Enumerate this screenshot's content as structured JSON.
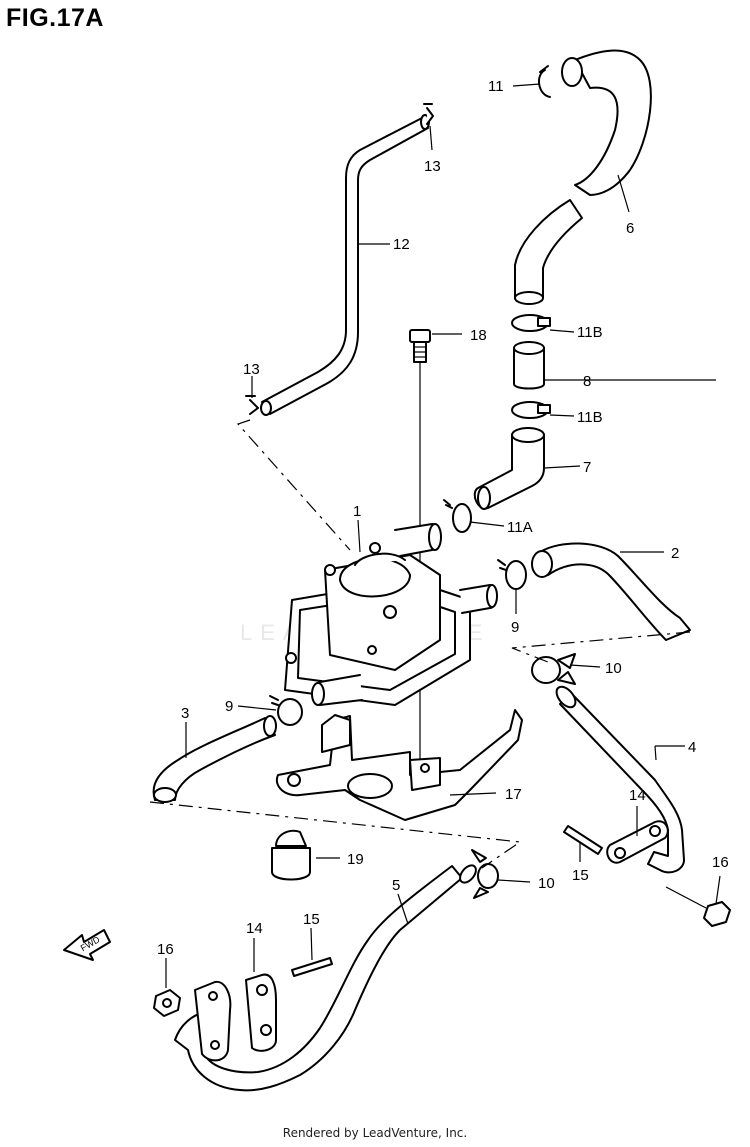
{
  "figure": {
    "title": "FIG.17A"
  },
  "watermark": {
    "text": "LEADVENTURE"
  },
  "fwd_arrow": {
    "text": "FWD"
  },
  "footer": {
    "text": "Rendered by LeadVenture, Inc."
  },
  "callouts": [
    {
      "id": "c1",
      "text": "1"
    },
    {
      "id": "c2",
      "text": "2"
    },
    {
      "id": "c3",
      "text": "3"
    },
    {
      "id": "c4",
      "text": "4"
    },
    {
      "id": "c5",
      "text": "5"
    },
    {
      "id": "c6",
      "text": "6"
    },
    {
      "id": "c7",
      "text": "7"
    },
    {
      "id": "c8",
      "text": "8"
    },
    {
      "id": "c9a",
      "text": "9"
    },
    {
      "id": "c9b",
      "text": "9"
    },
    {
      "id": "c10a",
      "text": "10"
    },
    {
      "id": "c10b",
      "text": "10"
    },
    {
      "id": "c11",
      "text": "11"
    },
    {
      "id": "c11a",
      "text": "11A"
    },
    {
      "id": "c11b1",
      "text": "11B"
    },
    {
      "id": "c11b2",
      "text": "11B"
    },
    {
      "id": "c12",
      "text": "12"
    },
    {
      "id": "c13a",
      "text": "13"
    },
    {
      "id": "c13b",
      "text": "13"
    },
    {
      "id": "c14a",
      "text": "14"
    },
    {
      "id": "c14b",
      "text": "14"
    },
    {
      "id": "c15a",
      "text": "15"
    },
    {
      "id": "c15b",
      "text": "15"
    },
    {
      "id": "c16a",
      "text": "16"
    },
    {
      "id": "c16b",
      "text": "16"
    },
    {
      "id": "c17",
      "text": "17"
    },
    {
      "id": "c18",
      "text": "18"
    },
    {
      "id": "c19",
      "text": "19"
    }
  ]
}
